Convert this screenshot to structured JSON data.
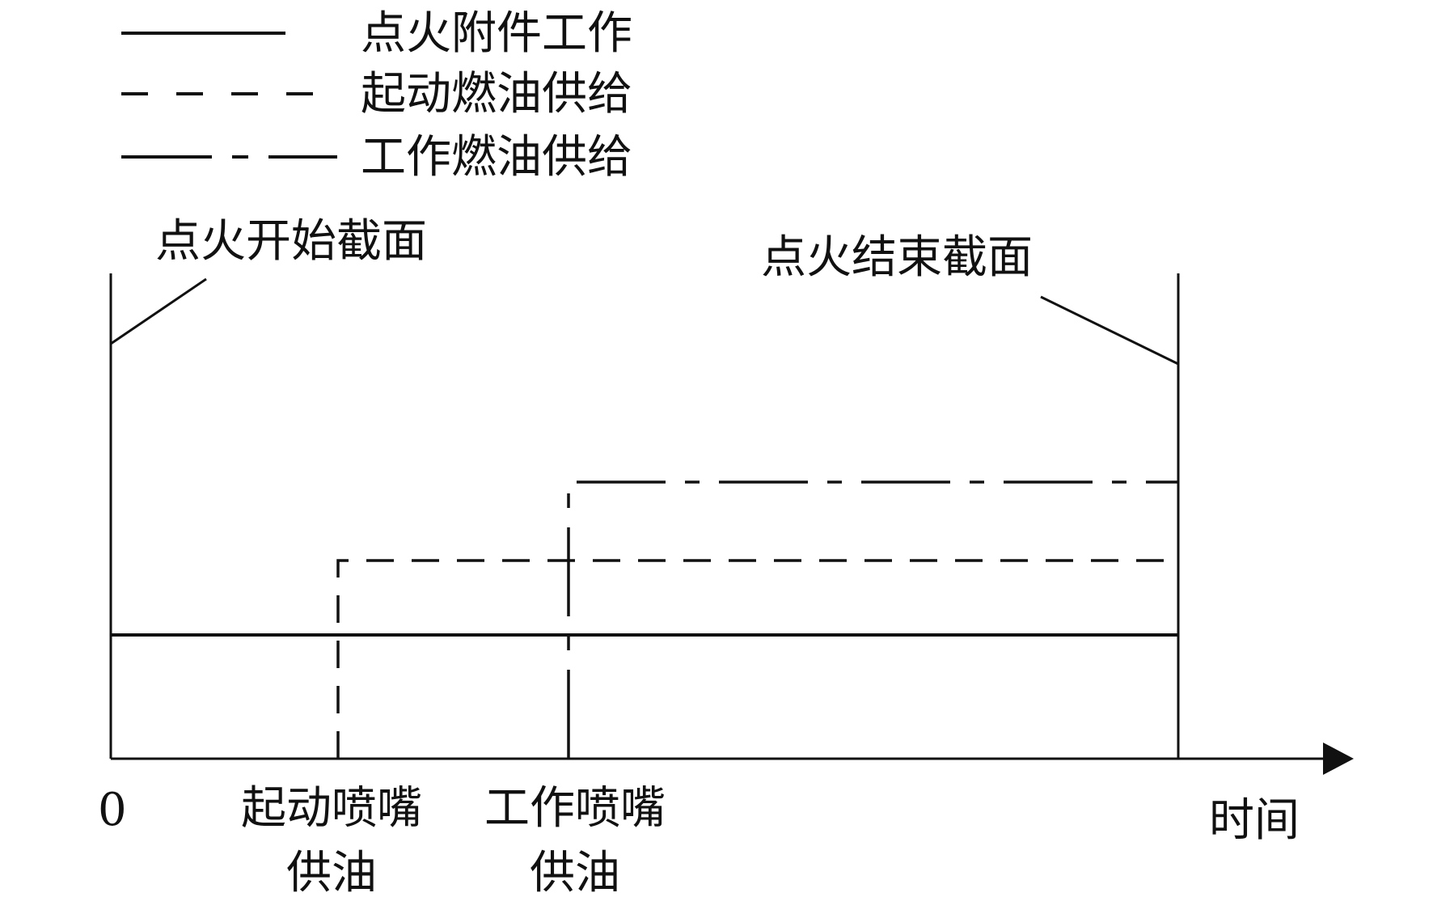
{
  "legend": {
    "items": [
      {
        "label": "点火附件工作",
        "style": "solid"
      },
      {
        "label": "起动燃油供给",
        "style": "dashed"
      },
      {
        "label": "工作燃油供给",
        "style": "dash-dot"
      }
    ]
  },
  "annotations": {
    "ignition_start_section": "点火开始截面",
    "ignition_end_section": "点火结束截面"
  },
  "axis": {
    "origin_label": "0",
    "x_label": "时间"
  },
  "markers": {
    "start_nozzle_supply": {
      "line1": "起动喷嘴",
      "line2": "供油"
    },
    "main_nozzle_supply": {
      "line1": "工作喷嘴",
      "line2": "供油"
    }
  },
  "colors": {
    "ink": "#111111",
    "background": "#ffffff"
  }
}
